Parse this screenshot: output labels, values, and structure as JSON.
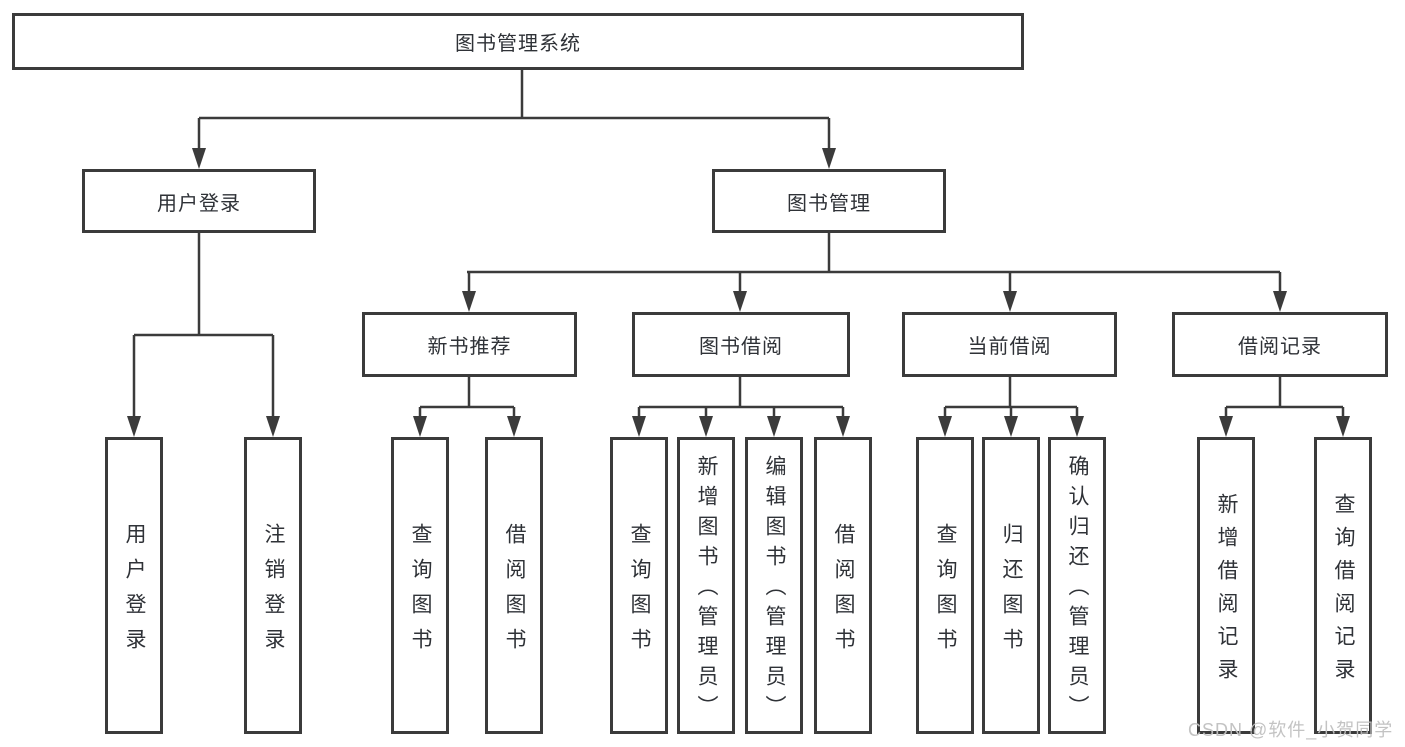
{
  "diagram": {
    "title": "图书管理系统",
    "level2": {
      "user_login": "用户登录",
      "book_management": "图书管理"
    },
    "level3": {
      "new_book_recommend": "新书推荐",
      "book_borrow": "图书借阅",
      "current_borrow": "当前借阅",
      "borrow_record": "借阅记录"
    },
    "leaves": {
      "login": "用户登录",
      "logout": "注销登录",
      "rec_query": "查询图书",
      "rec_borrow": "借阅图书",
      "bor_query": "查询图书",
      "bor_add": "新增图书（管理员）",
      "bor_edit": "编辑图书（管理员）",
      "bor_borrow": "借阅图书",
      "cur_query": "查询图书",
      "cur_return": "归还图书",
      "cur_confirm": "确认归还（管理员）",
      "rec2_add": "新增借阅记录",
      "rec2_query": "查询借阅记录"
    }
  },
  "watermark": {
    "text": "CSDN @软件_小贺同学",
    "color": "#c0c0c0"
  },
  "colors": {
    "line": "#3b3b3b",
    "text": "#2f3237",
    "background": "#ffffff"
  }
}
